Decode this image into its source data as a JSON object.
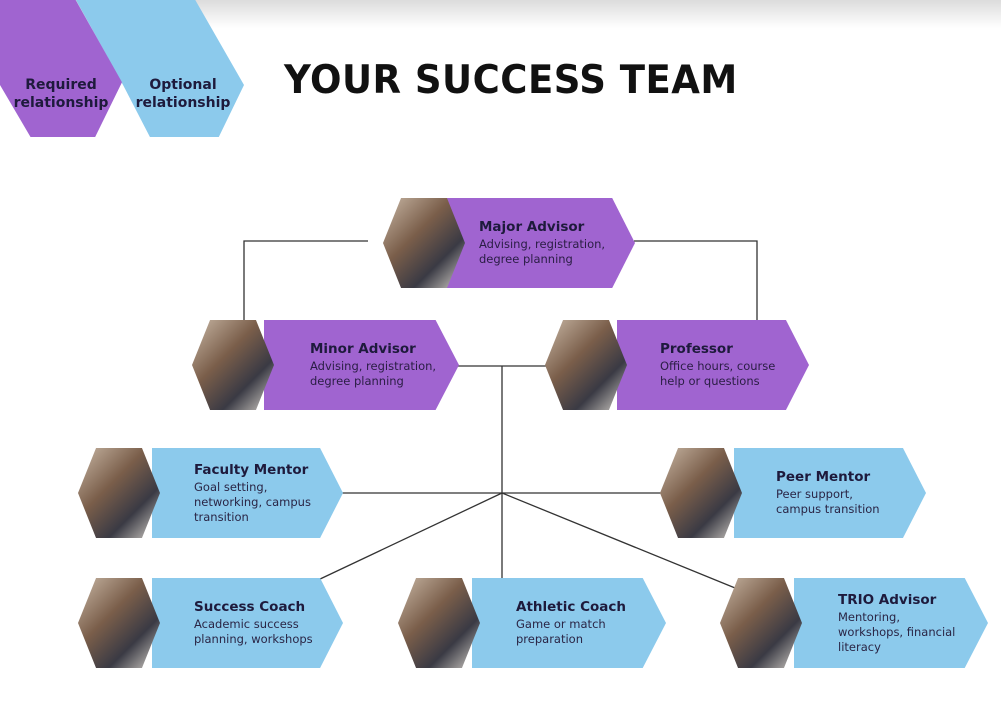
{
  "title": "YOUR SUCCESS TEAM",
  "legend": {
    "required": "Required relationship",
    "optional": "Optional relationship"
  },
  "colors": {
    "required": "#a064d0",
    "optional": "#8ccaec"
  },
  "nodes": {
    "major": {
      "name": "Major Advisor",
      "desc": "Advising, registration, degree planning",
      "type": "required"
    },
    "minor": {
      "name": "Minor Advisor",
      "desc": "Advising, registration, degree planning",
      "type": "required"
    },
    "professor": {
      "name": "Professor",
      "desc": "Office hours, course help or questions",
      "type": "required"
    },
    "faculty": {
      "name": "Faculty Mentor",
      "desc": "Goal setting, networking, campus transition",
      "type": "optional"
    },
    "peer": {
      "name": "Peer Mentor",
      "desc": "Peer support, campus transition",
      "type": "optional"
    },
    "success": {
      "name": "Success Coach",
      "desc": "Academic success planning, workshops",
      "type": "optional"
    },
    "athletic": {
      "name": "Athletic Coach",
      "desc": "Game or match preparation",
      "type": "optional"
    },
    "trio": {
      "name": "TRIO Advisor",
      "desc": "Mentoring, workshops, financial literacy",
      "type": "optional"
    }
  }
}
